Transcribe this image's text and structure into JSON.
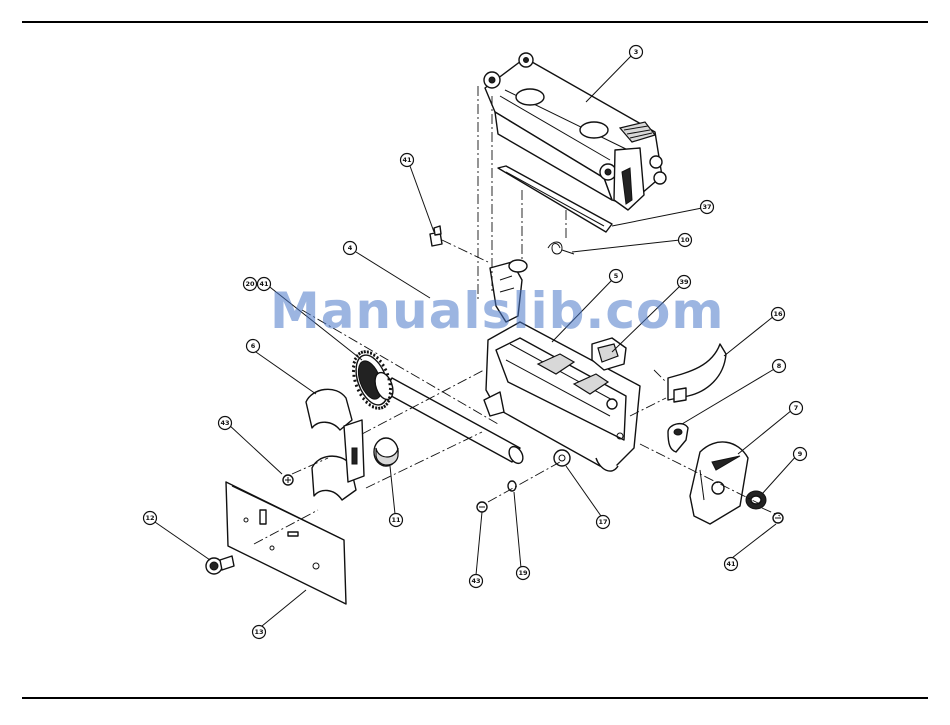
{
  "watermark": "Manualslib.com",
  "callouts": {
    "c3": "3",
    "c37": "37",
    "c10": "10",
    "c41a": "41",
    "c4": "4",
    "c20": "20",
    "c41b": "41",
    "c5": "5",
    "c39": "39",
    "c16": "16",
    "c6": "6",
    "c8": "8",
    "c7": "7",
    "c43a": "43",
    "c9": "9",
    "c11": "11",
    "c17": "17",
    "c12": "12",
    "c43b": "43",
    "c19": "19",
    "c41c": "41",
    "c13": "13"
  }
}
